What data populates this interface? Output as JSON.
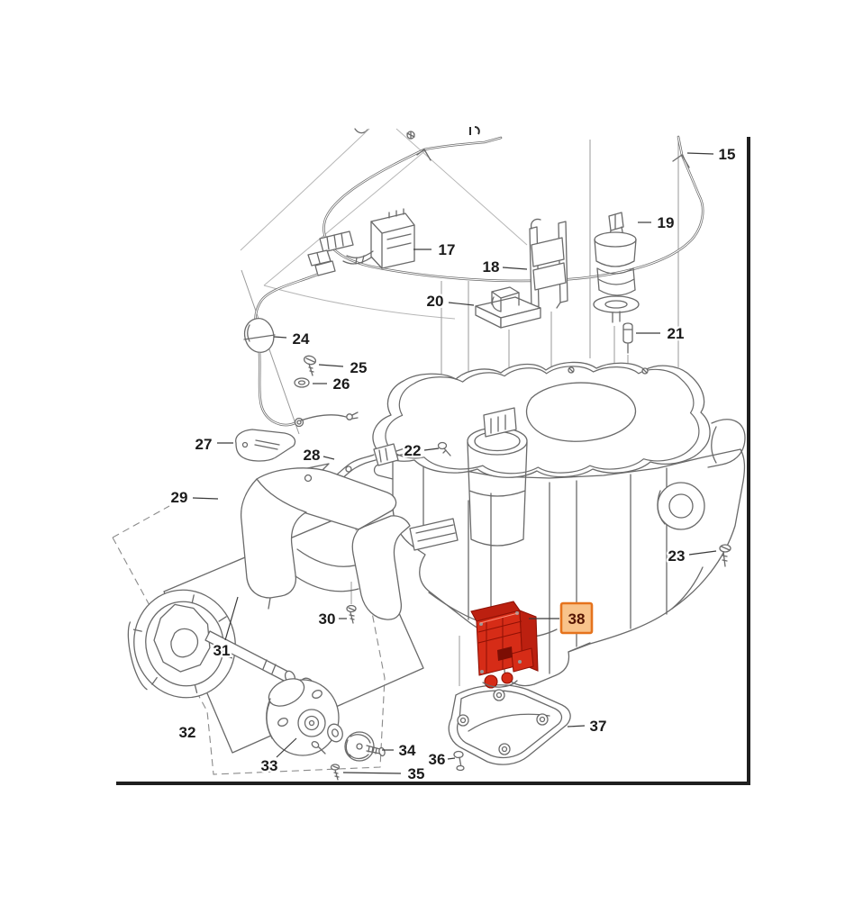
{
  "diagram": {
    "background": "#ffffff",
    "line_color": "#6a6a6a",
    "thin_line_color": "#9a9a9a",
    "label_color": "#1b1b1b",
    "frame_color": "#1f1f1f"
  },
  "highlight": {
    "part_number": "38",
    "part_fill": "#d62c17",
    "part_top": "#bc2010",
    "part_dark": "#8f1105",
    "label_background": "#f8c38b",
    "label_border": "#e5731d",
    "label_text_color": "#541503"
  },
  "part_labels": {
    "p15": "15",
    "p17": "17",
    "p18": "18",
    "p19": "19",
    "p20": "20",
    "p21": "21",
    "p22": "22",
    "p23": "23",
    "p24": "24",
    "p25": "25",
    "p26": "26",
    "p27": "27",
    "p28": "28",
    "p29": "29",
    "p30": "30",
    "p31": "31",
    "p32": "32",
    "p33": "33",
    "p34": "34",
    "p35": "35",
    "p36": "36",
    "p37": "37",
    "p38": "38"
  }
}
